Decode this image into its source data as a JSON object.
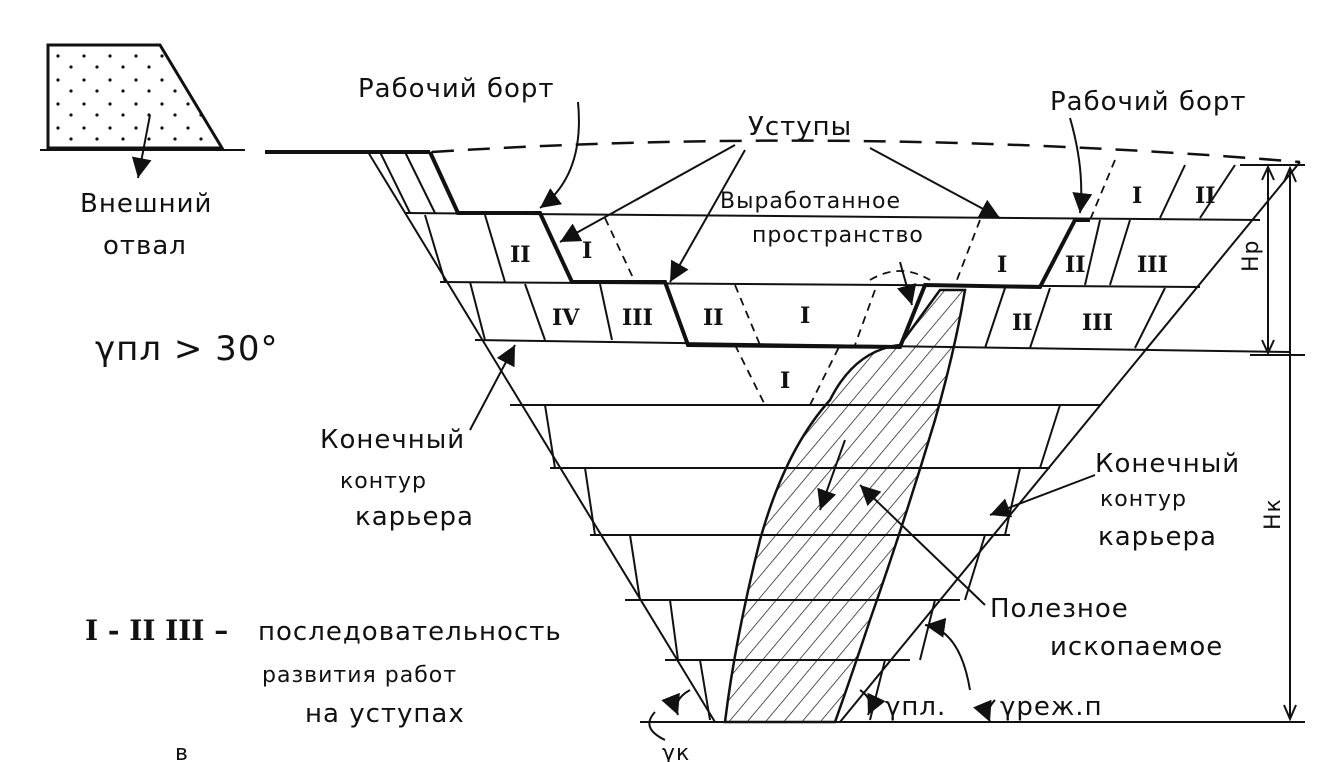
{
  "labels": {
    "working_side_left": "Рабочий борт",
    "working_side_right": "Рабочий борт",
    "benches": "Уступы",
    "external_dump_1": "Внешний",
    "external_dump_2": "отвал",
    "mined_space_1": "Выработанное",
    "mined_space_2": "пространство",
    "angle_condition": "γпл > 30°",
    "final_contour_left_1": "Конечный",
    "final_contour_left_2": "контур",
    "final_contour_left_3": "карьера",
    "final_contour_right_1": "Конечный",
    "final_contour_right_2": "контур",
    "final_contour_right_3": "карьера",
    "mineral_1": "Полезное",
    "mineral_2": "ископаемое",
    "legend_numerals": "I - II  III –",
    "legend_1": "последовательность",
    "legend_2": "развития работ",
    "legend_3": "на уступах",
    "hr": "Hр",
    "hk": "Hк",
    "gamma_pl": "γпл.",
    "gamma_rezh": "γреж.п",
    "gamma_bottom": "γк",
    "stray_b": "в"
  },
  "bench_numerals": {
    "b1_II": "II",
    "b1_I": "I",
    "b2_IV": "IV",
    "b2_III": "III",
    "b2_II": "II",
    "b2_I": "I",
    "b3_I": "I",
    "r0_I": "I",
    "r0_II": "II",
    "r1_I": "I",
    "r1_II": "II",
    "r1_III": "III",
    "r2_II": "II",
    "r2_III": "III"
  }
}
